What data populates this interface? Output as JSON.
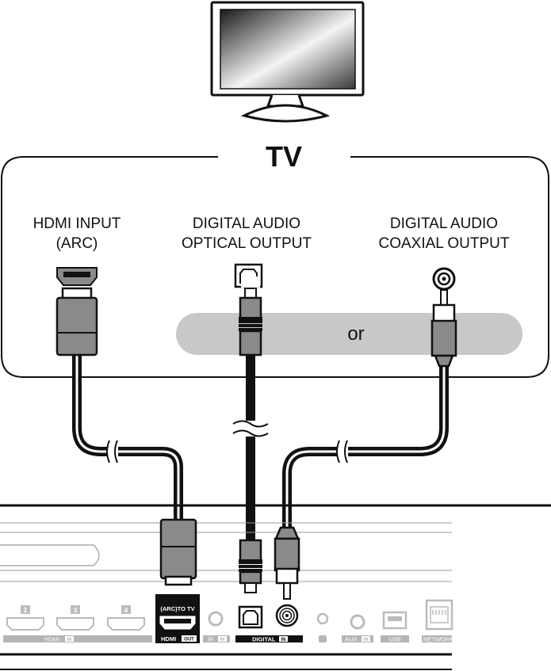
{
  "tv": {
    "title": "TV",
    "ports": [
      {
        "line1": "HDMI INPUT",
        "line2": "(ARC)"
      },
      {
        "line1": "DIGITAL AUDIO",
        "line2": "OPTICAL OUTPUT"
      },
      {
        "line1": "DIGITAL AUDIO",
        "line2": "COAXIAL OUTPUT"
      }
    ],
    "or_label": "or"
  },
  "unit_panel": {
    "hdmi_in_numbers": [
      "2",
      "3",
      "4"
    ],
    "hdmi_in_label": "HDMI",
    "hdmi_in_badge": "IN",
    "hdmi_out_top": "(ARC)TO TV",
    "hdmi_out_label": "HDMI",
    "hdmi_out_badge": "OUT",
    "ir_label": "IR",
    "ir_badge": "IN",
    "digital_label": "DIGITAL",
    "digital_badge": "IN",
    "aux_label": "AUX",
    "aux_badge": "IN",
    "usb_label": "USB",
    "network_label": "NETWORK"
  },
  "colors": {
    "cable": "#111111",
    "plug_gray": "#8a8a8a",
    "band_gray": "#c8c8c8",
    "panel_label_gray": "#b5b5b5"
  }
}
